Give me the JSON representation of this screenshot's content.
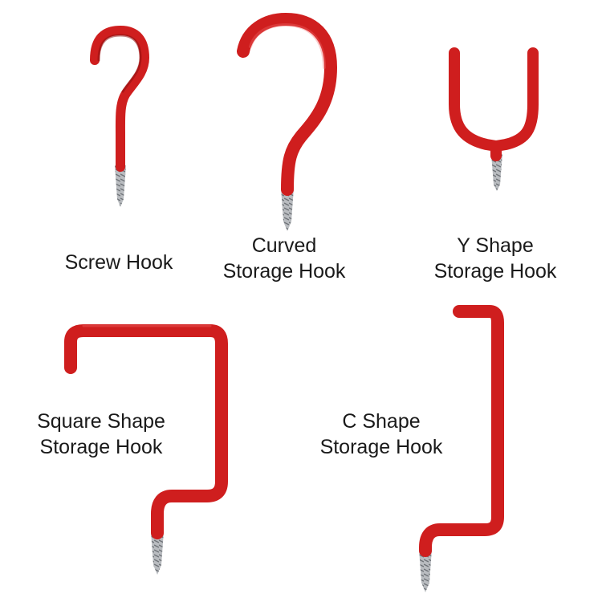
{
  "colors": {
    "background": "#ffffff",
    "coating": "#cf1e1e",
    "coating_shadow": "#8e1010",
    "coating_highlight": "#f26a6a",
    "screw_metal": "#b9bcc0",
    "screw_thread": "#6f7378",
    "label_text": "#1a1a1a"
  },
  "hooks": [
    {
      "type": "screw-hook",
      "label_lines": [
        "Screw Hook"
      ]
    },
    {
      "type": "curved-storage-hook",
      "label_lines": [
        "Curved",
        "Storage Hook"
      ]
    },
    {
      "type": "y-shape-storage-hook",
      "label_lines": [
        "Y Shape",
        "Storage Hook"
      ]
    },
    {
      "type": "square-shape-storage-hook",
      "label_lines": [
        "Square Shape",
        "Storage Hook"
      ]
    },
    {
      "type": "c-shape-storage-hook",
      "label_lines": [
        "C Shape",
        "Storage Hook"
      ]
    }
  ]
}
